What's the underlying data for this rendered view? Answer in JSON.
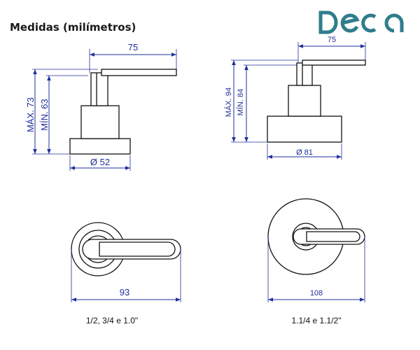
{
  "header": {
    "title": "Medidas (milímetros)",
    "brand": "DECA",
    "brand_color": "#2f7d8c"
  },
  "colors": {
    "dimension": "#1f2f9a",
    "outline": "#111111"
  },
  "side_view_small": {
    "width_dim": "75",
    "max_height": "MÁX. 73",
    "min_height": "MÍN. 63",
    "base_diameter": "Ø 52"
  },
  "side_view_large": {
    "width_dim": "75",
    "max_height": "MÁX. 94",
    "min_height": "MÍN. 84",
    "base_diameter": "Ø 81"
  },
  "top_view_small": {
    "length_dim": "93",
    "caption": "1/2, 3/4 e 1.0\""
  },
  "top_view_large": {
    "length_dim": "108",
    "caption": "1.1/4 e 1.1/2\""
  }
}
